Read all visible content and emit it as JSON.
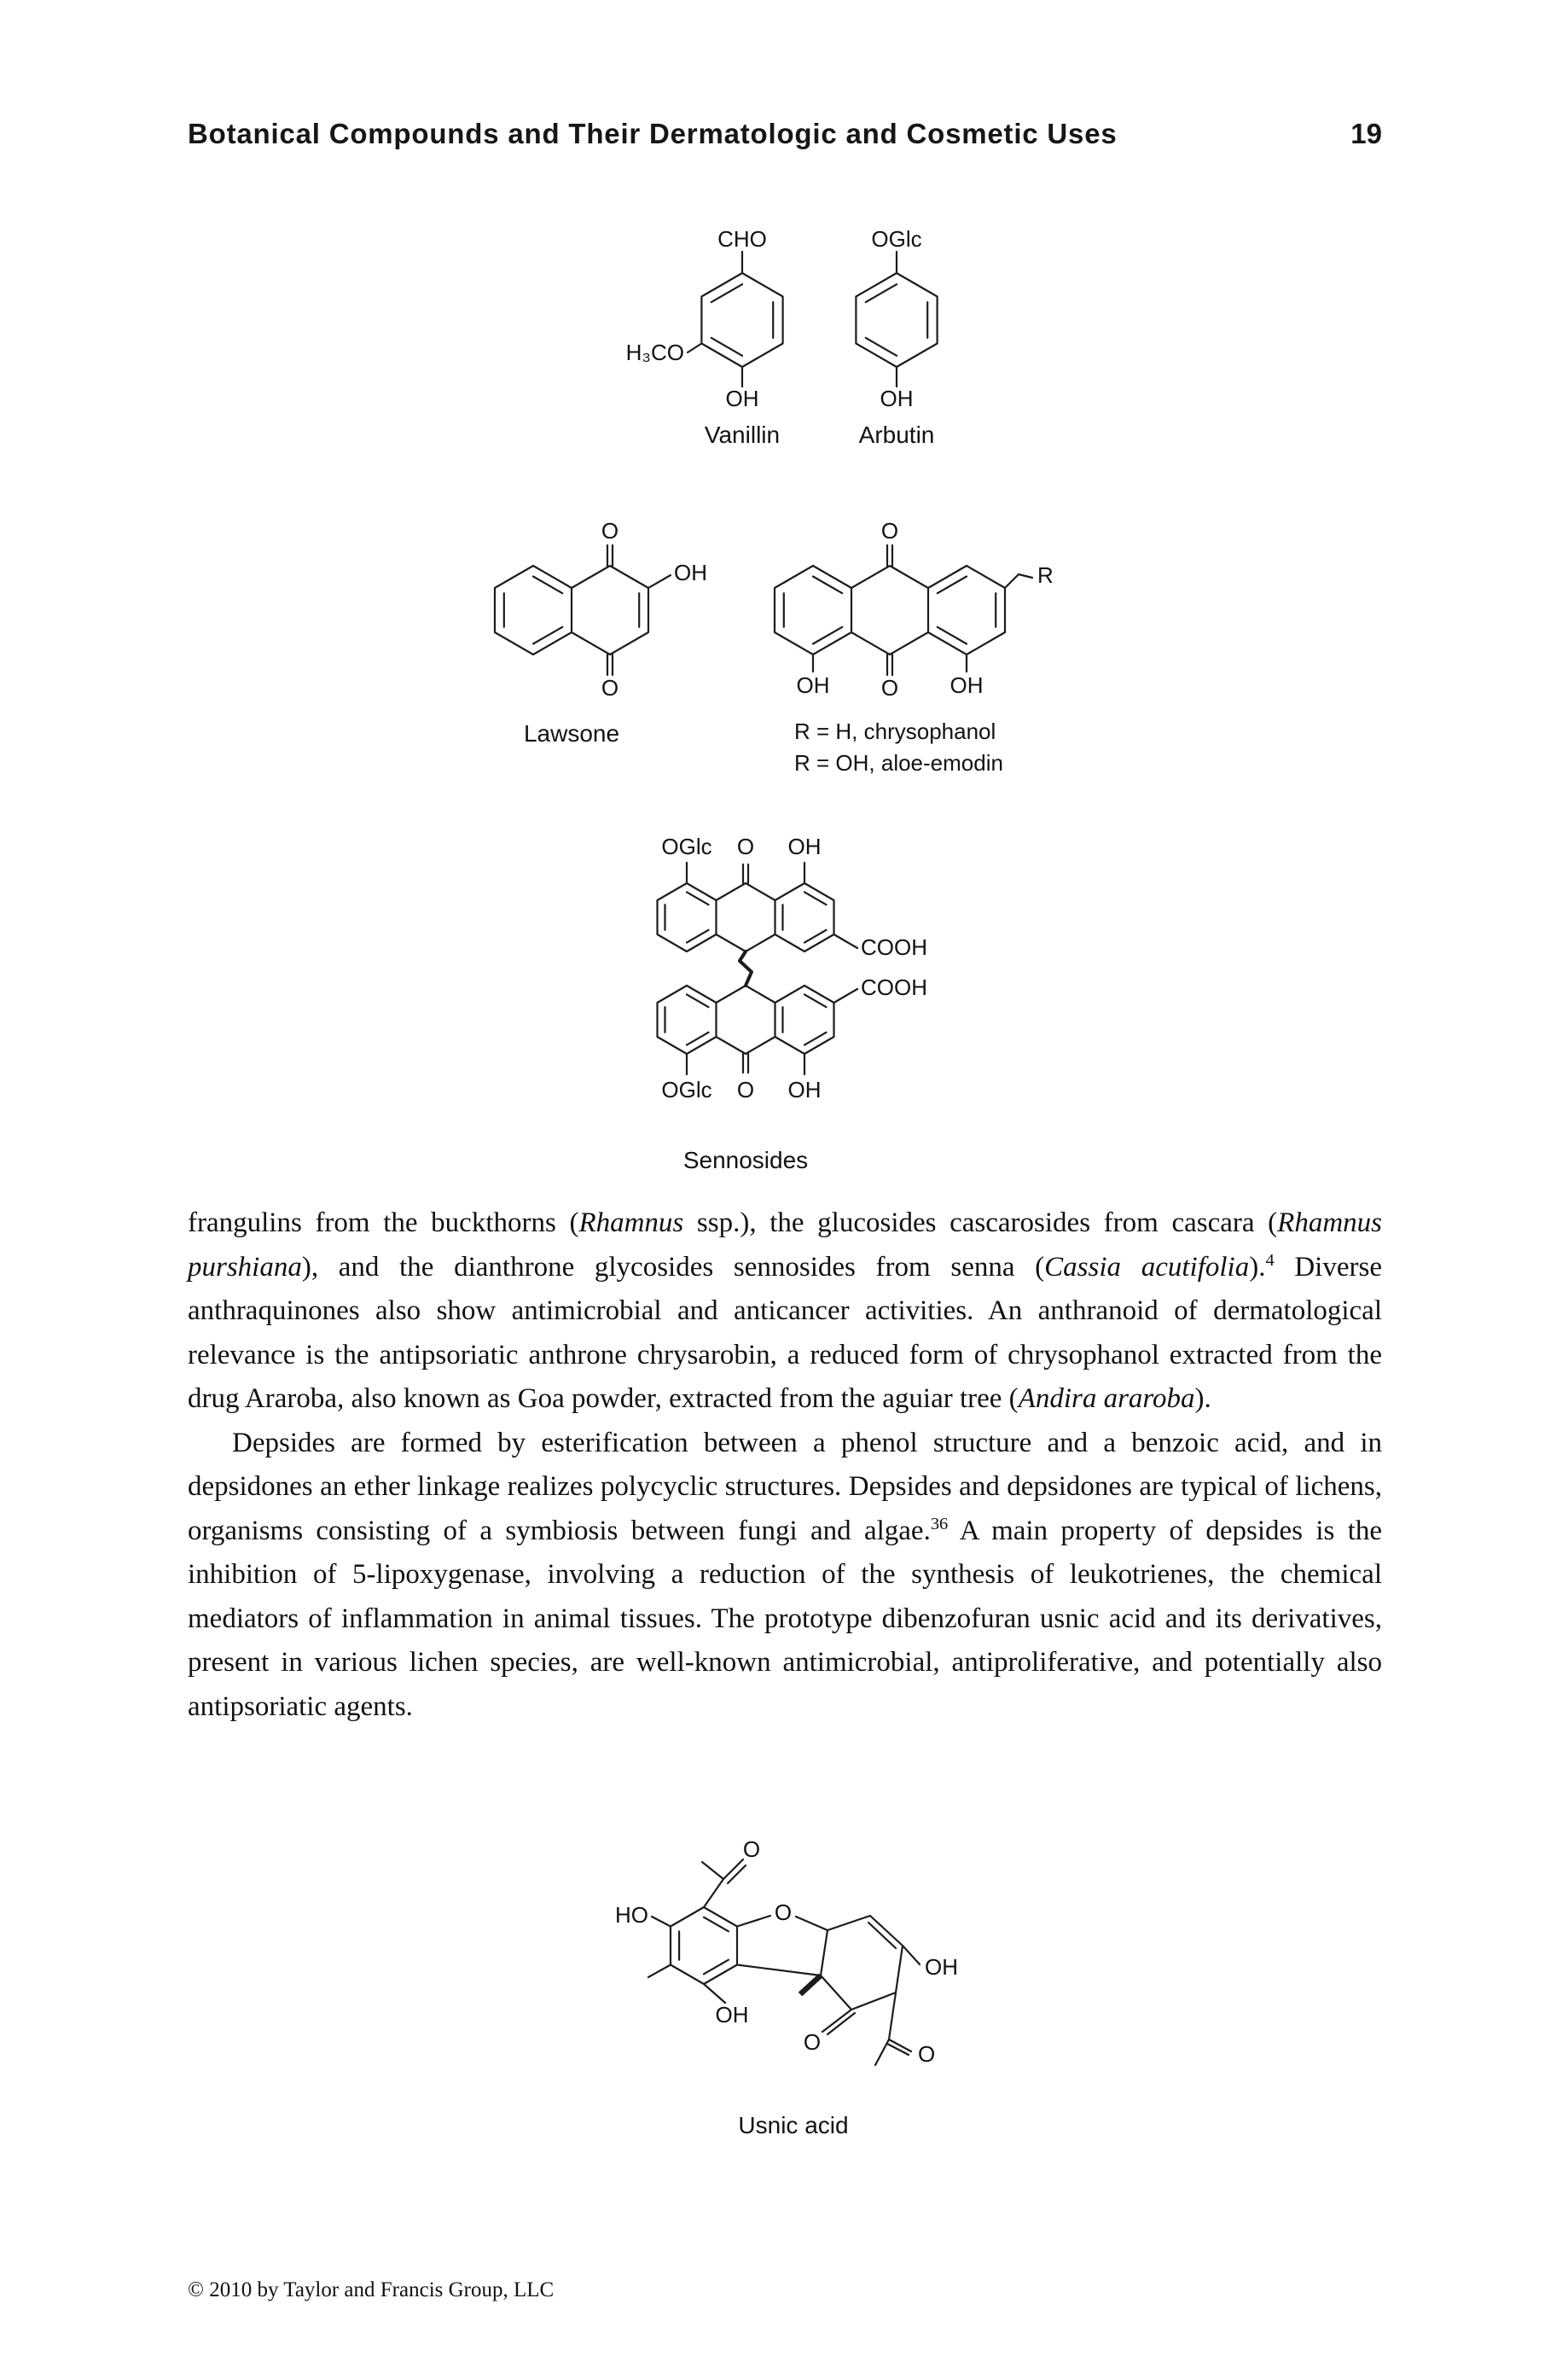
{
  "header": {
    "title": "Botanical Compounds and Their Dermatologic and Cosmetic Uses",
    "page_number": "19"
  },
  "figures": {
    "vanillin": {
      "name": "Vanillin",
      "cho": "CHO",
      "h3co": "H₃CO",
      "oh": "OH"
    },
    "arbutin": {
      "name": "Arbutin",
      "oglc": "OGlc",
      "oh": "OH"
    },
    "lawsone": {
      "name": "Lawsone",
      "o_top": "O",
      "oh": "OH",
      "o_bottom": "O"
    },
    "chrysophanol": {
      "o_top": "O",
      "r": "R",
      "oh_left": "OH",
      "o_bottom": "O",
      "oh_right": "OH",
      "caption_line1": "R = H, chrysophanol",
      "caption_line2": "R = OH, aloe-emodin"
    },
    "sennosides": {
      "name": "Sennosides",
      "oglc_top": "OGlc",
      "o_top": "O",
      "oh_top": "OH",
      "cooh_upper": "COOH",
      "cooh_lower": "COOH",
      "oglc_bottom": "OGlc",
      "o_bottom": "O",
      "oh_bottom": "OH"
    },
    "usnic_acid": {
      "name": "Usnic acid",
      "o_acetyl_top": "O",
      "ho": "HO",
      "o_furan": "O",
      "oh_right": "OH",
      "oh_bottom_left": "OH",
      "o_ketone": "O",
      "o_acetyl_bottom": "O"
    }
  },
  "body": {
    "paragraph1": [
      {
        "style": "normal",
        "text": "frangulins from the buckthorns ("
      },
      {
        "style": "italic",
        "text": "Rhamnus"
      },
      {
        "style": "normal",
        "text": " ssp.), the glucosides cascarosides from cascara ("
      },
      {
        "style": "italic",
        "text": "Rhamnus purshiana"
      },
      {
        "style": "normal",
        "text": "), and the dianthrone glycosides sennosides from senna ("
      },
      {
        "style": "italic",
        "text": "Cassia acutifolia"
      },
      {
        "style": "normal",
        "text": ")."
      },
      {
        "style": "sup",
        "text": "4"
      },
      {
        "style": "normal",
        "text": " Diverse anthraquinones also show antimicrobial and anticancer activities. An anthranoid of dermatological relevance is the antipsoriatic anthrone chrysarobin, a reduced form of chrysophanol extracted from the drug Araroba, also known as Goa powder, extracted from the aguiar tree ("
      },
      {
        "style": "italic",
        "text": "Andira araroba"
      },
      {
        "style": "normal",
        "text": ")."
      }
    ],
    "paragraph2": [
      {
        "style": "normal",
        "text": "Depsides are formed by esterification between a phenol structure and a benzoic acid, and in depsidones an ether linkage realizes polycyclic structures. Depsides and depsidones are typical of lichens, organisms consisting of a symbiosis between fungi and algae."
      },
      {
        "style": "sup",
        "text": "36"
      },
      {
        "style": "normal",
        "text": " A main property of depsides is the inhibition of 5-lipoxygenase, involving a reduction of the synthesis of leukotrienes, the chemical mediators of inflammation in animal tissues. The prototype dibenzofuran usnic acid and its derivatives, present in various lichen species, are well-known antimicrobial, antiproliferative, and potentially also antipsoriatic agents."
      }
    ]
  },
  "footer": {
    "copyright": "© 2010 by Taylor and Francis Group, LLC"
  }
}
